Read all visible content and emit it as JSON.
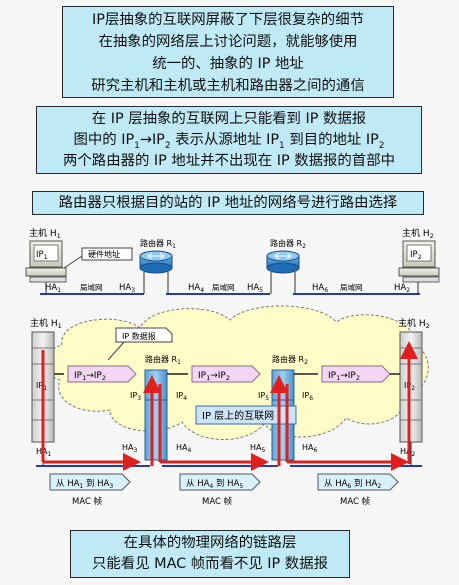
{
  "top_box": {
    "lines": [
      "IP层抽象的互联网屏蔽了下层很复杂的细节",
      "在抽象的网络层上讨论问题，就能够使用",
      "统一的、抽象的 IP 地址",
      "研究主机和主机或主机和路由器之间的通信"
    ]
  },
  "middle_box": {
    "line1": "在 IP 层抽象的互联网上只能看到 IP 数据报",
    "line2": {
      "a": "图中的 ",
      "ip1": "IP",
      "s1": "1",
      "arrow": "→",
      "ip2": "IP",
      "s2": "2",
      "mid": " 表示从源地址 IP",
      "s3": "1",
      "end": " 到目的地址 IP",
      "s4": "2"
    },
    "line3": "两个路由器的 IP 地址并不出现在 IP 数据报的首部中"
  },
  "route_box": {
    "text": "路由器只根据目的站的 IP 地址的网络号进行路由选择"
  },
  "bottom_box": {
    "lines": [
      "在具体的物理网络的链路层",
      "只能看见 MAC 帧而看不见 IP 数据报"
    ]
  },
  "top_diagram": {
    "host1": {
      "label": "主机 H",
      "sub": "1",
      "ip": "IP",
      "ip_sub": "1",
      "ha": "HA",
      "ha_sub": "1"
    },
    "host2": {
      "label": "主机 H",
      "sub": "2",
      "ip": "IP",
      "ip_sub": "2",
      "ha": "HA",
      "ha_sub": "2"
    },
    "hw_label": "硬件地址",
    "router1": {
      "label": "路由器 R",
      "sub": "1",
      "ha_left": "HA",
      "ha_left_sub": "3",
      "ha_right": "HA",
      "ha_right_sub": "4"
    },
    "router2": {
      "label": "路由器 R",
      "sub": "2",
      "ha_left": "HA",
      "ha_left_sub": "5",
      "ha_right": "HA",
      "ha_right_sub": "6"
    },
    "lan": "局域网"
  },
  "bottom_diagram": {
    "host1": {
      "label": "主机 H",
      "sub": "1"
    },
    "host2": {
      "label": "主机 H",
      "sub": "2"
    },
    "router1": {
      "label": "路由器 R",
      "sub": "1"
    },
    "router2": {
      "label": "路由器 R",
      "sub": "2"
    },
    "ip_datagram_label": "IP 数据报",
    "ip_layer_label": "IP 层上的互联网",
    "datagram": {
      "ip": "IP",
      "from": "1",
      "arrow": "→",
      "to": "2"
    },
    "ip_labels": [
      {
        "t": "IP",
        "s": "1"
      },
      {
        "t": "IP",
        "s": "3"
      },
      {
        "t": "IP",
        "s": "4"
      },
      {
        "t": "IP",
        "s": "5"
      },
      {
        "t": "IP",
        "s": "6"
      },
      {
        "t": "IP",
        "s": "2"
      }
    ],
    "ha_labels": [
      {
        "t": "HA",
        "s": "1"
      },
      {
        "t": "HA",
        "s": "3"
      },
      {
        "t": "HA",
        "s": "4"
      },
      {
        "t": "HA",
        "s": "5"
      },
      {
        "t": "HA",
        "s": "6"
      },
      {
        "t": "HA",
        "s": "2"
      }
    ],
    "frames": [
      {
        "pre": "从 HA",
        "a": "1",
        "mid": " 到 HA",
        "b": "3"
      },
      {
        "pre": "从 HA",
        "a": "4",
        "mid": " 到 HA",
        "b": "5"
      },
      {
        "pre": "从 HA",
        "a": "6",
        "mid": " 到 HA",
        "b": "2"
      }
    ],
    "mac_label": "MAC 帧"
  },
  "colors": {
    "box_fill": "#bfe9f4",
    "cloud_fill": "#fffcc8",
    "datagram_fill": "#f3d6f4",
    "frame_fill": "#d8f0f8",
    "arrow_red": "#e0201f",
    "router_blue": "#2a7fc9"
  }
}
